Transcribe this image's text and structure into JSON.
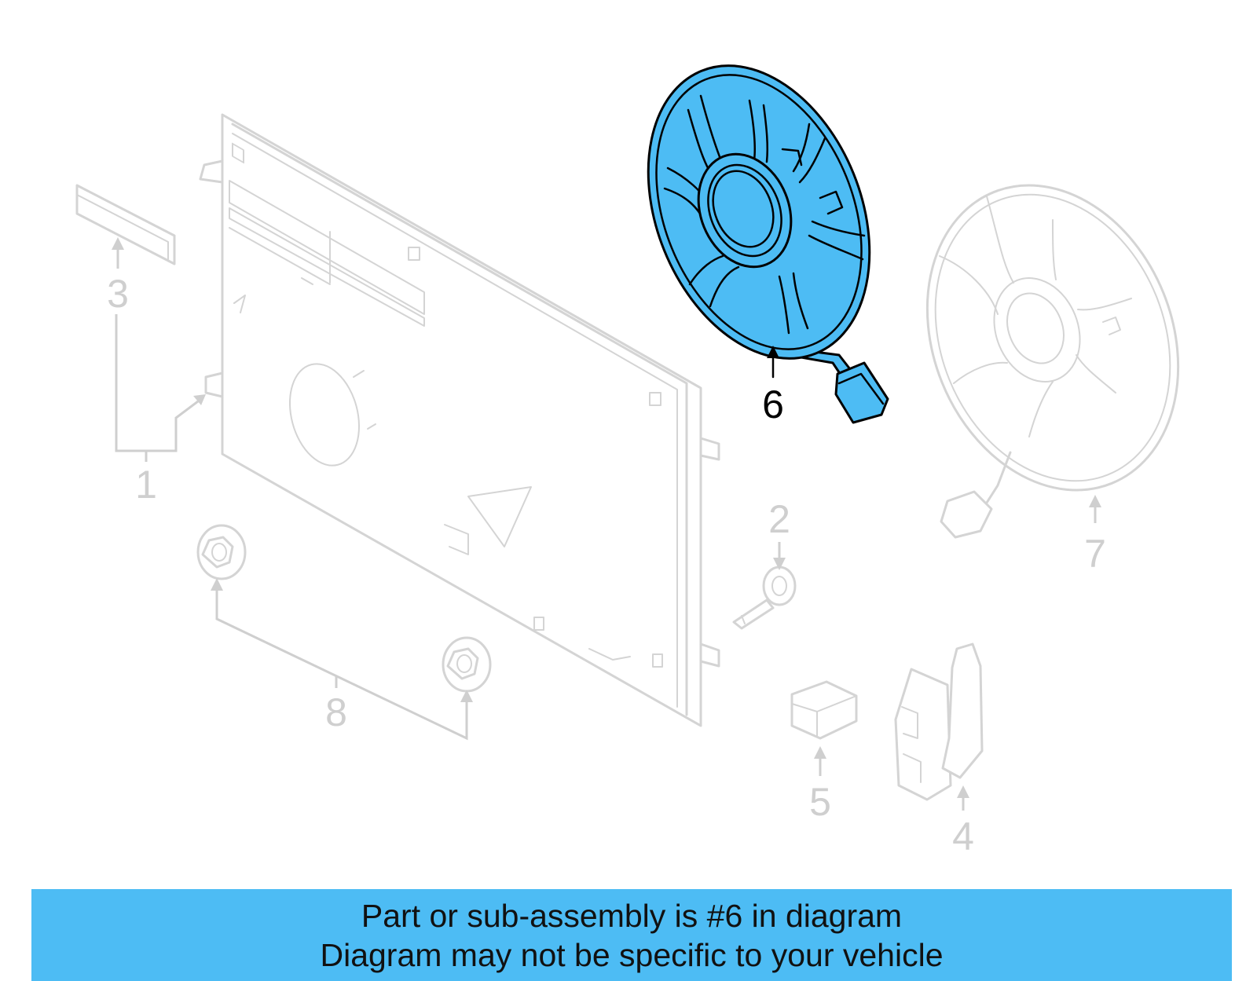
{
  "callouts": {
    "n1": "1",
    "n2": "2",
    "n3": "3",
    "n4": "4",
    "n5": "5",
    "n6": "6",
    "n7": "7",
    "n8": "8"
  },
  "highlight": {
    "part_number": "6",
    "fill_color": "#4dbcf4",
    "outline_color": "#000000"
  },
  "ghost_color": "#d4d4d4",
  "banner": {
    "line1": "Part or sub-assembly is #6 in diagram",
    "line2": "Diagram may not be specific to your vehicle",
    "background": "#4dbcf4"
  }
}
